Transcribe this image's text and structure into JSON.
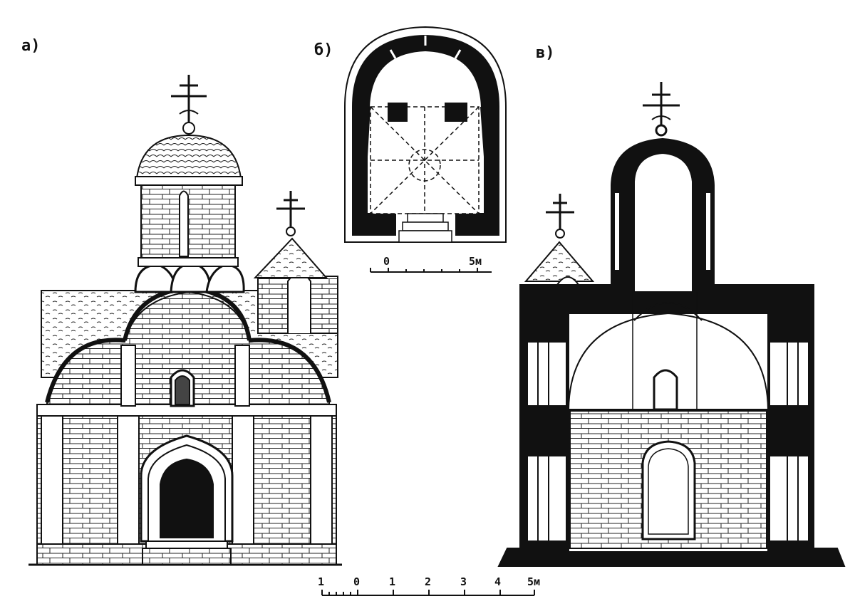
{
  "labels": {
    "facade": "а)",
    "plan": "б)",
    "section": "в)"
  },
  "plan_scale": {
    "start": "0",
    "end": "5м"
  },
  "main_scale": {
    "ticks": [
      "1",
      "0",
      "1",
      "2",
      "3",
      "4",
      "5м"
    ]
  },
  "colors": {
    "ink": "#111111",
    "paper": "#ffffff"
  }
}
